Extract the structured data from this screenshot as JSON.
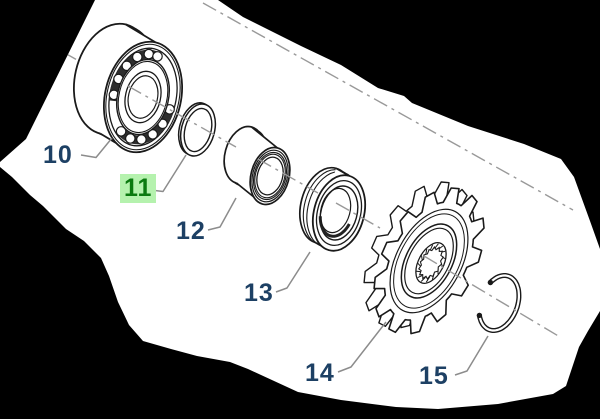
{
  "figure": {
    "type": "exploded-parts-diagram",
    "parts": [
      {
        "label": "10",
        "highlighted": false
      },
      {
        "label": "11",
        "highlighted": true
      },
      {
        "label": "12",
        "highlighted": false
      },
      {
        "label": "13",
        "highlighted": false
      },
      {
        "label": "14",
        "highlighted": false
      },
      {
        "label": "15",
        "highlighted": false
      }
    ],
    "colors": {
      "background": "#000000",
      "paper": "#ffffff",
      "drawing_line": "#1a1a1a",
      "leader_line": "#8c8c8c",
      "centerline": "#999999",
      "label_text": "#1d4064",
      "highlight_text": "#0b7a10",
      "highlight_background": "#b5f2ae"
    }
  }
}
